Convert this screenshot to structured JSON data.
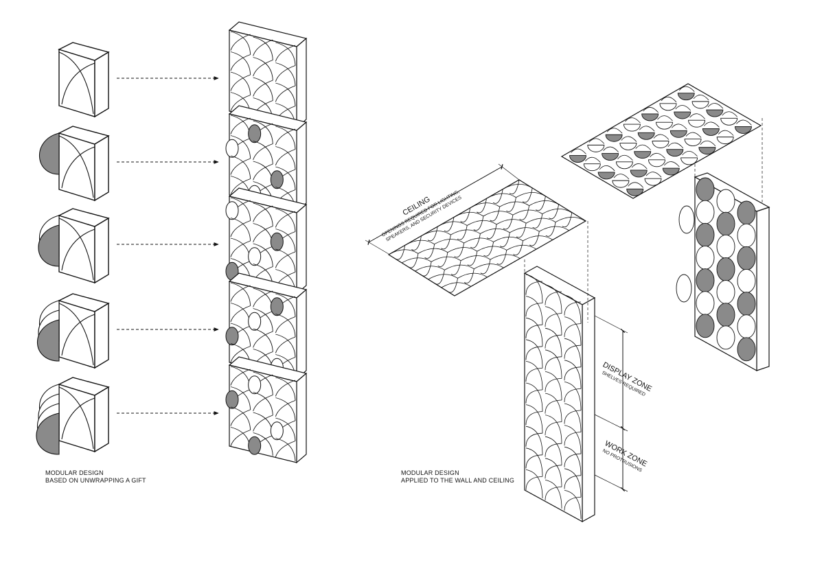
{
  "captions": {
    "left": {
      "line1": "MODULAR DESIGN",
      "line2": "BASED ON UNWRAPPING A GIFT"
    },
    "right": {
      "line1": "MODULAR DESIGN",
      "line2": "APPLIED TO THE WALL AND CEILING"
    }
  },
  "ceiling": {
    "title": "CEILING",
    "note_line1": "OPENINGS REQUIRED FOR LIGHTING,",
    "note_line2": "SPEAKERS, AND SECURITY DEVICES"
  },
  "zones": {
    "display": {
      "title": "DISPLAY ZONE",
      "note": "SHELVES REQUIRED"
    },
    "work": {
      "title": "WORK ZONE",
      "note": "NO PROTRUSIONS"
    }
  },
  "unfold_steps": [
    {
      "step": 1,
      "petals_open": 0
    },
    {
      "step": 2,
      "petals_open": 1
    },
    {
      "step": 3,
      "petals_open": 2
    },
    {
      "step": 4,
      "petals_open": 3
    },
    {
      "step": 5,
      "petals_open": 4
    }
  ],
  "colors": {
    "line": "#111111",
    "fill": "#ffffff",
    "shade": "#8a8a8a"
  }
}
